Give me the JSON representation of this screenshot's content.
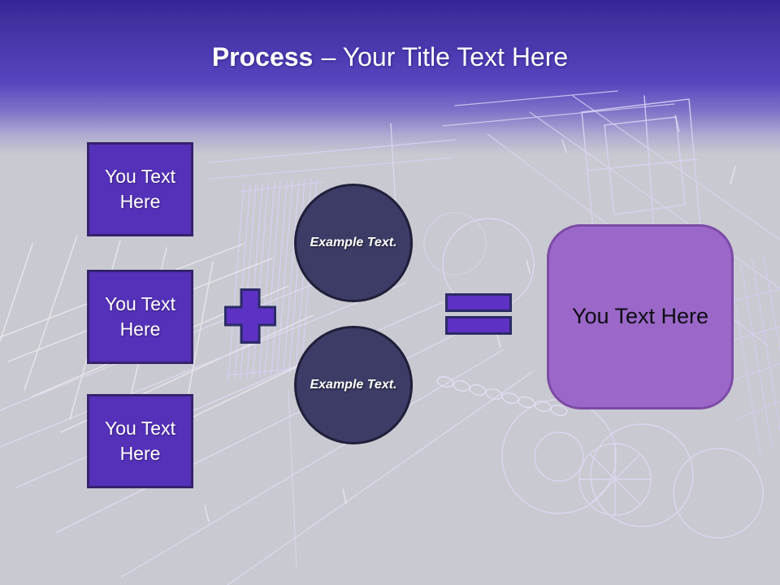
{
  "title": {
    "emphasis": "Process",
    "rest": "– Your Title Text Here"
  },
  "diagram": {
    "inputs": [
      {
        "label": "You Text Here"
      },
      {
        "label": "You Text Here"
      },
      {
        "label": "You Text Here"
      }
    ],
    "operators": {
      "plus": "+",
      "equals": "="
    },
    "examples": [
      {
        "label": "Example Text."
      },
      {
        "label": "Example Text."
      }
    ],
    "result": {
      "label": "You Text Here"
    }
  },
  "colors": {
    "header_top": "#34249a",
    "header_mid": "#5646bf",
    "canvas_background": "#c9c9d1",
    "input_box_fill": "#5431b8",
    "input_box_border": "#36226e",
    "operator_fill": "#5d31c4",
    "operator_border": "#2b2b66",
    "circle_fill": "#3c3c66",
    "circle_border": "#1f1f3a",
    "result_fill": "#9b68c9",
    "result_border": "#7c4ba6",
    "title_text": "#ffffff",
    "box_text": "#ffffff",
    "result_text": "#0d0d12"
  }
}
